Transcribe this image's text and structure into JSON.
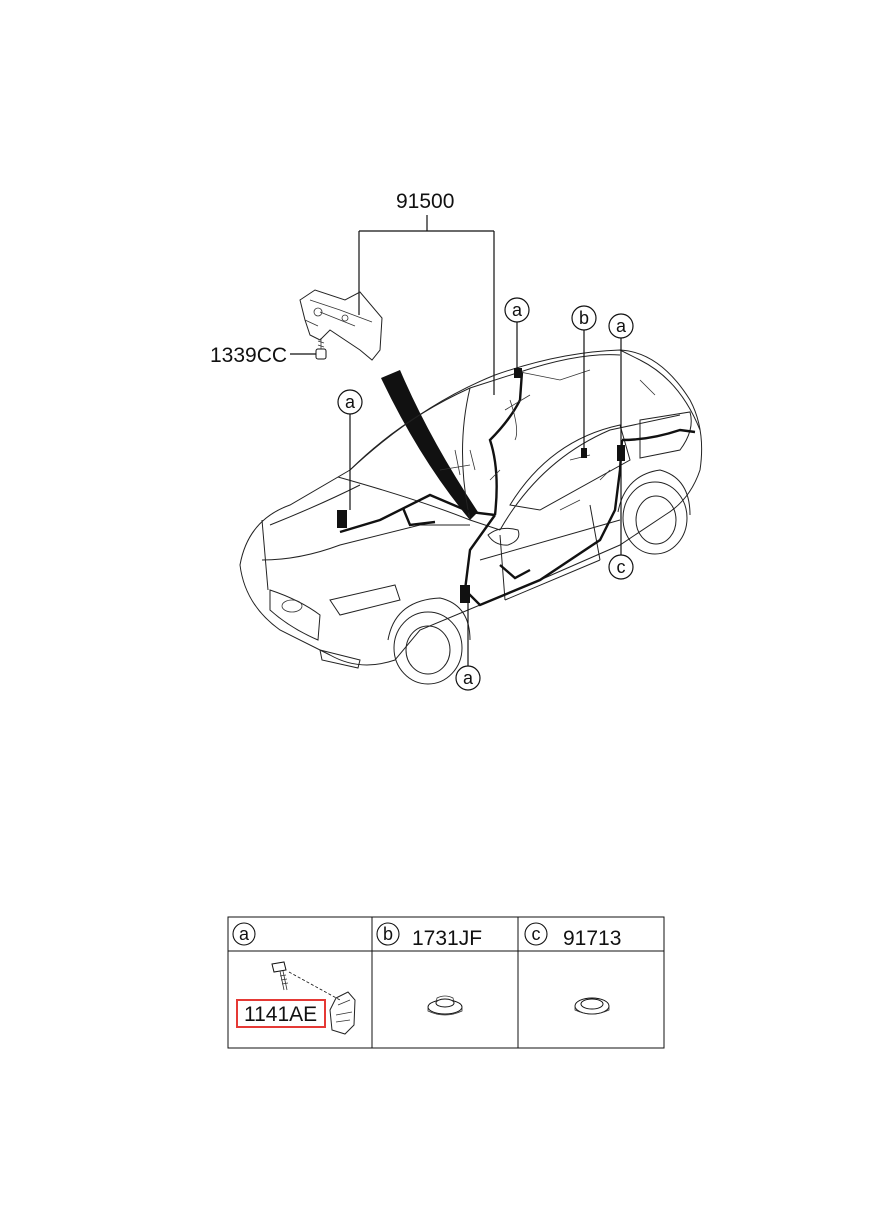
{
  "main_part": "91500",
  "bracket_bolt": "1339CC",
  "callouts": {
    "a": "a",
    "b": "b",
    "c": "c"
  },
  "table": {
    "cells": [
      {
        "letter": "a",
        "part": "",
        "highlighted_part": "1141AE"
      },
      {
        "letter": "b",
        "part": "1731JF"
      },
      {
        "letter": "c",
        "part": "91713"
      }
    ]
  },
  "colors": {
    "line": "#111111",
    "highlight": "#e53935",
    "background": "#ffffff"
  }
}
